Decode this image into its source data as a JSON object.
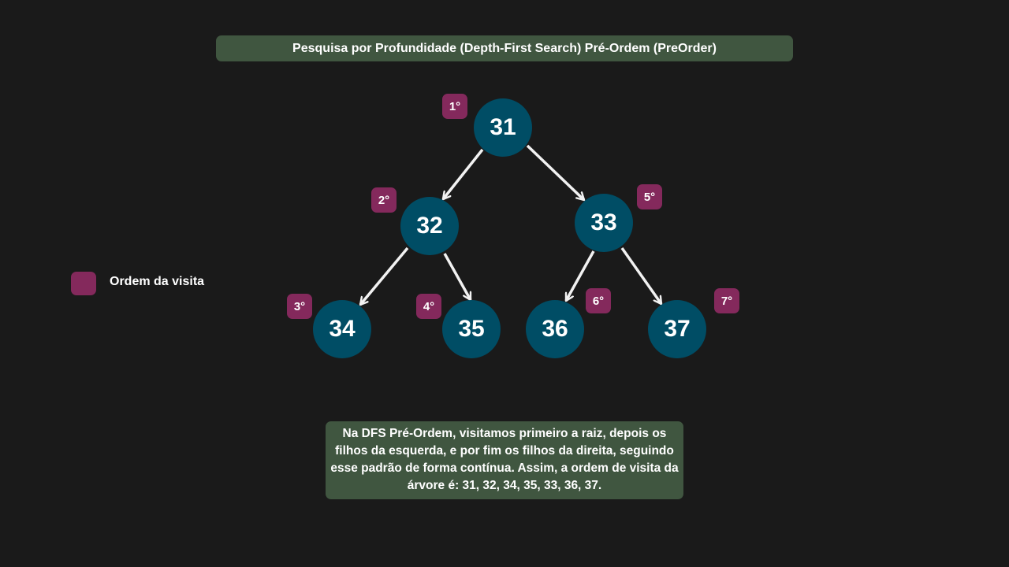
{
  "title": "Pesquisa por Profundidade (Depth-First Search) Pré-Ordem (PreOrder)",
  "tree": {
    "nodes": [
      {
        "value": "31",
        "order": "1°"
      },
      {
        "value": "32",
        "order": "2°"
      },
      {
        "value": "33",
        "order": "5°"
      },
      {
        "value": "34",
        "order": "3°"
      },
      {
        "value": "35",
        "order": "4°"
      },
      {
        "value": "36",
        "order": "6°"
      },
      {
        "value": "37",
        "order": "7°"
      }
    ],
    "edges": [
      {
        "from": "31",
        "to": "32"
      },
      {
        "from": "31",
        "to": "33"
      },
      {
        "from": "32",
        "to": "34"
      },
      {
        "from": "32",
        "to": "35"
      },
      {
        "from": "33",
        "to": "36"
      },
      {
        "from": "33",
        "to": "37"
      }
    ]
  },
  "legend": {
    "label": "Ordem da visita",
    "color": "#84295c"
  },
  "explanation": "Na DFS Pré-Ordem, visitamos primeiro a raiz, depois os filhos da esquerda, e por fim os filhos da direita, seguindo esse padrão de forma contínua. Assim, a ordem de visita da árvore é: 31, 32, 34, 35, 33, 36, 37.",
  "colors": {
    "background": "#1a1a1a",
    "node_fill": "#004d65",
    "badge_fill": "#84295c",
    "panel_fill": "#405640",
    "edge": "#f2f2f2"
  }
}
